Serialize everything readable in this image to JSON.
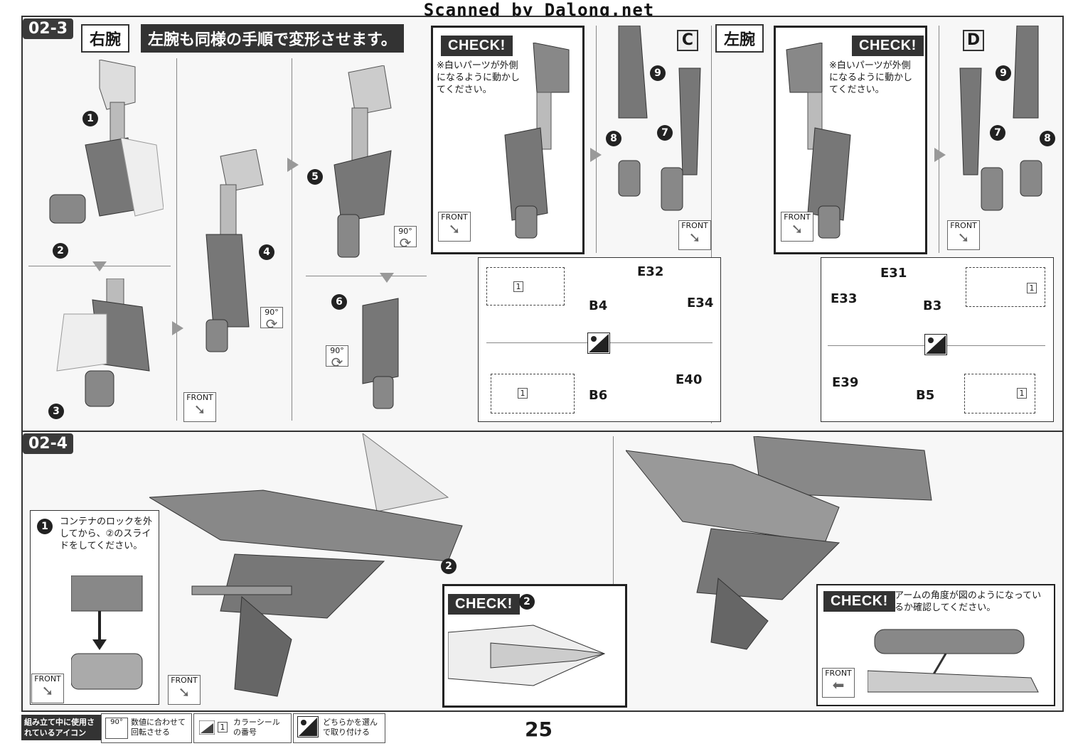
{
  "watermark": "Scanned by Dalong.net",
  "step_02_3": {
    "badge": "02-3",
    "right_arm_label": "右腕",
    "instruction": "左腕も同様の手順で変形させます。",
    "left_arm_label": "左腕",
    "check_label": "CHECK!",
    "check_note_right": "※白いパーツが外側になるように動かしてください。",
    "check_note_left": "※白いパーツが外側になるように動かしてください。",
    "letter_c": "C",
    "letter_d": "D",
    "front": "FRONT",
    "rotate_90": "90°",
    "steps": [
      "1",
      "2",
      "3",
      "4",
      "5",
      "6",
      "7",
      "8",
      "9"
    ],
    "parts_right": {
      "e32": "E32",
      "e34": "E34",
      "b4": "B4",
      "b6": "B6",
      "e40": "E40",
      "sticker_no": "1"
    },
    "parts_left": {
      "e31": "E31",
      "e33": "E33",
      "b3": "B3",
      "b5": "B5",
      "e39": "E39",
      "sticker_no": "1"
    }
  },
  "step_02_4": {
    "badge": "02-4",
    "note_1": "コンテナのロックを外してから、②のスライドをしてください。",
    "step_1": "1",
    "step_2": "2",
    "check_label": "CHECK!",
    "check_step": "2",
    "check_note": "アームの角度が図のようになっているか確認してください。",
    "front": "FRONT"
  },
  "legend": {
    "title": "組み立て中に使用されているアイコン",
    "rotate_icon": "90°",
    "rotate_text": "数値に合わせて回転させる",
    "sticker_no": "1",
    "sticker_text": "カラーシールの番号",
    "choose_text": "どちらかを選んで取り付ける"
  },
  "page_number": "25"
}
